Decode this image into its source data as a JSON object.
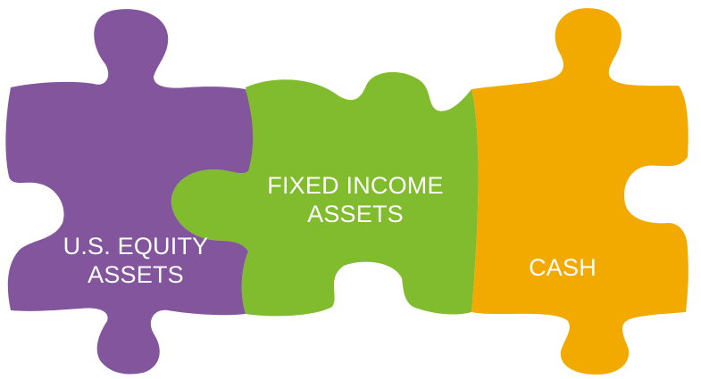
{
  "pieces": [
    {
      "id": "us-equity",
      "color": "#82559d",
      "label_lines": [
        "U.S. EQUITY",
        "ASSETS"
      ]
    },
    {
      "id": "fixed-income",
      "color": "#80bc2d",
      "label_lines": [
        "FIXED INCOME",
        "ASSETS"
      ]
    },
    {
      "id": "cash",
      "color": "#f2a900",
      "label_lines": [
        "CASH"
      ]
    }
  ]
}
